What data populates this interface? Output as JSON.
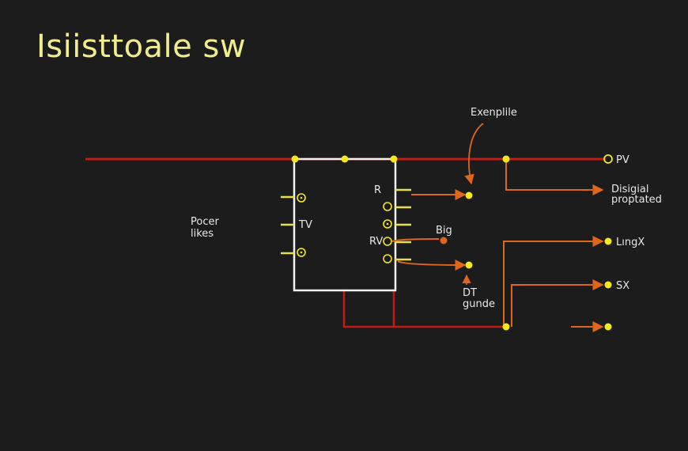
{
  "title": "Isiisttoale sw",
  "labels": {
    "exemple": "Exenplile",
    "pv": "PV",
    "digital_line1": "Disigial",
    "digital_line2": "proptated",
    "poser_line1": "Pocer",
    "poser_line2": "likes",
    "tv": "TV",
    "r": "R",
    "rv": "RV",
    "big": "Big",
    "lingx": "LıngX",
    "sx": "SX",
    "dt_line1": "DT",
    "dt_line2": "gunde"
  },
  "colors": {
    "background": "#1c1c1c",
    "title": "#f1ec8c",
    "red_wire": "#c21a14",
    "orange_wire": "#e0661b",
    "yellow_node": "#f5e81c",
    "box_outline": "#f2f2f2",
    "pin": "#e8e04a",
    "label": "#e8e8e8"
  }
}
